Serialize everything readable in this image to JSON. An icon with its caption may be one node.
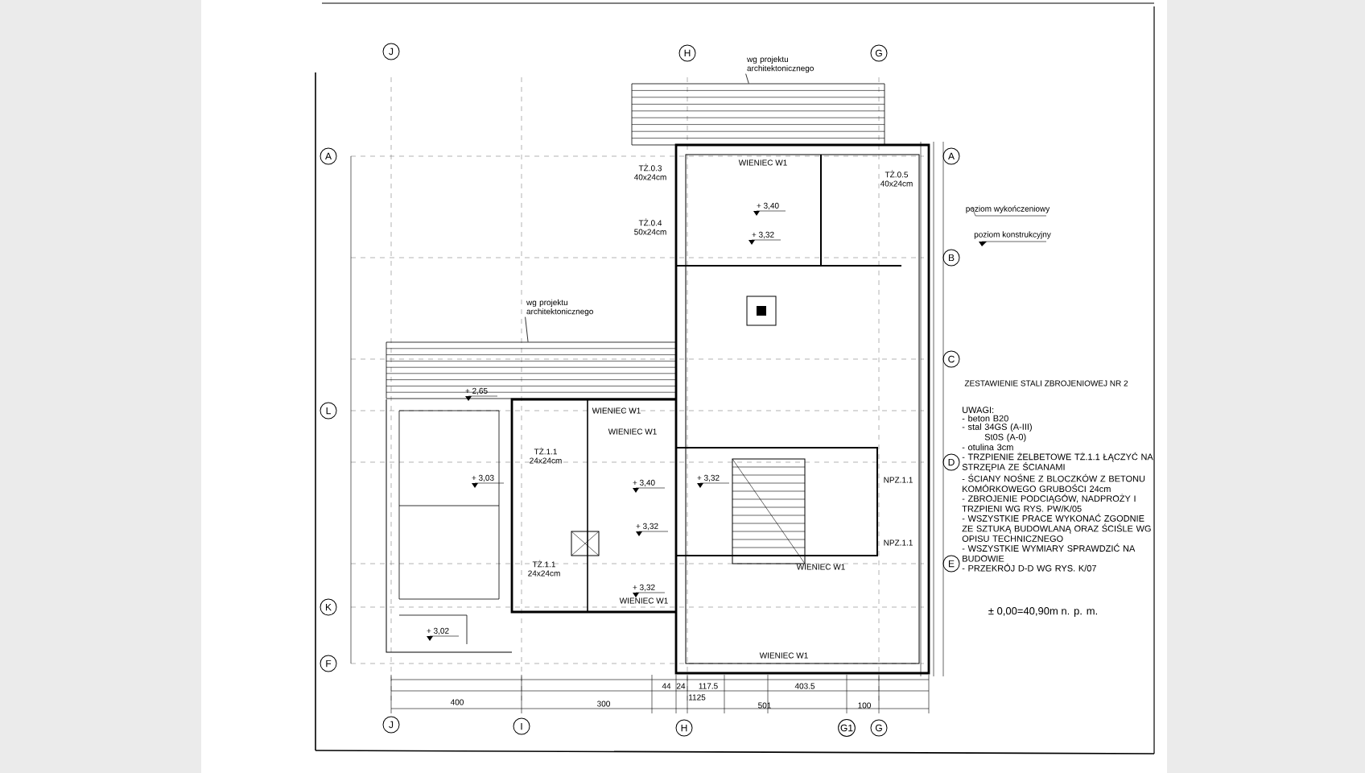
{
  "diagram": {
    "nodes": [
      {
        "text": [
          "J"
        ]
      },
      {
        "text": [
          "wg projektu architektonicznego"
        ]
      },
      {
        "text": [
          "H"
        ]
      },
      {
        "text": [
          "G"
        ]
      },
      {
        "text": [],
        "shape": "box"
      },
      {
        "text": [
          "A"
        ]
      },
      {
        "text": [
          "A"
        ]
      },
      {
        "text": [
          "B"
        ]
      },
      {
        "text": [
          "wg projektu architektonicznego"
        ]
      },
      {
        "text": [
          "C"
        ]
      },
      {
        "text": [],
        "shape": "box"
      },
      {
        "text": [
          "L"
        ]
      },
      {
        "text": [
          "D"
        ]
      },
      {
        "text": [
          "E"
        ]
      },
      {
        "text": [
          "K"
        ]
      },
      {
        "text": [
          "F"
        ]
      },
      {
        "text": [
          "J"
        ]
      },
      {
        "text": [
          "I"
        ]
      },
      {
        "text": [
          "H"
        ]
      },
      {
        "text": [
          "G1"
        ]
      },
      {
        "text": [
          "G"
        ]
      }
    ],
    "edges": [
      {
        "from": 1,
        "to": 4,
        "arrow": "none"
      },
      {
        "from": 8,
        "to": 10,
        "arrow": "none"
      }
    ],
    "labels": [
      "WIENIEC W1",
      "TŻ.0.3",
      "40x24cm",
      "TŻ.0.5",
      "40x24cm",
      "+ 3,40",
      "TŻ.0.4",
      "50x24cm",
      "+ 3,32",
      "poziom wykończeniowy",
      "poziom konstrukcyjny",
      "+ 2,65",
      "ZESTAWIENIE STALI ZBROJENIOWEJ NR 2",
      "WIENIEC W1",
      "UWAGI:",
      "- beton B20",
      "- stal 34GS (A-III)",
      "St0S (A-0)",
      "- otulina 3cm",
      "- TRZPIENIE ŻELBETOWE TŻ.1.1 ŁĄCZYĆ NA STRZĘPIA ZE ŚCIANAMI",
      "- ŚCIANY NOŚNE Z BLOCZKÓW Z BETONU KOMÓRKOWEGO GRUBOŚCI 24cm",
      "- ZBROJENIE PODCIĄGÓW, NADPROŻY I TRZPIENI WG RYS. PW/K/05",
      "- WSZYSTKIE PRACE WYKONAĆ ZGODNIE ZE SZTUKĄ BUDOWLANĄ ORAZ ŚCIŚLE WG OPISU TECHNICZNEGO",
      "- WSZYSTKIE WYMIARY SPRAWDZIĆ NA BUDOWIE",
      "- PRZEKRÓJ D-D WG RYS. K/07",
      "TŻ.1.1",
      "24x24cm",
      "WIENIEC W1",
      "+ 3,03",
      "+ 3,40",
      "+ 3,32",
      "NPZ.1.1",
      "+ 3,32",
      "NPZ.1.1",
      "TŻ.1.1",
      "24x24cm",
      "WIENIEC W1",
      "+ 3,32",
      "WIENIEC W1",
      "± 0,00=40,90m n. p. m.",
      "+ 3,02",
      "WIENIEC W1",
      "44",
      "24",
      "117.5",
      "403.5",
      "1125",
      "400",
      "300",
      "501",
      "100"
    ]
  }
}
